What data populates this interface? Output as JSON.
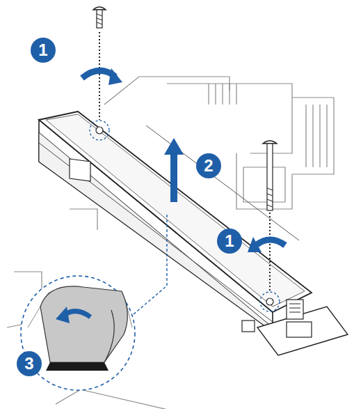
{
  "diagram": {
    "labels": [
      "1",
      "2",
      "1",
      "3"
    ]
  }
}
